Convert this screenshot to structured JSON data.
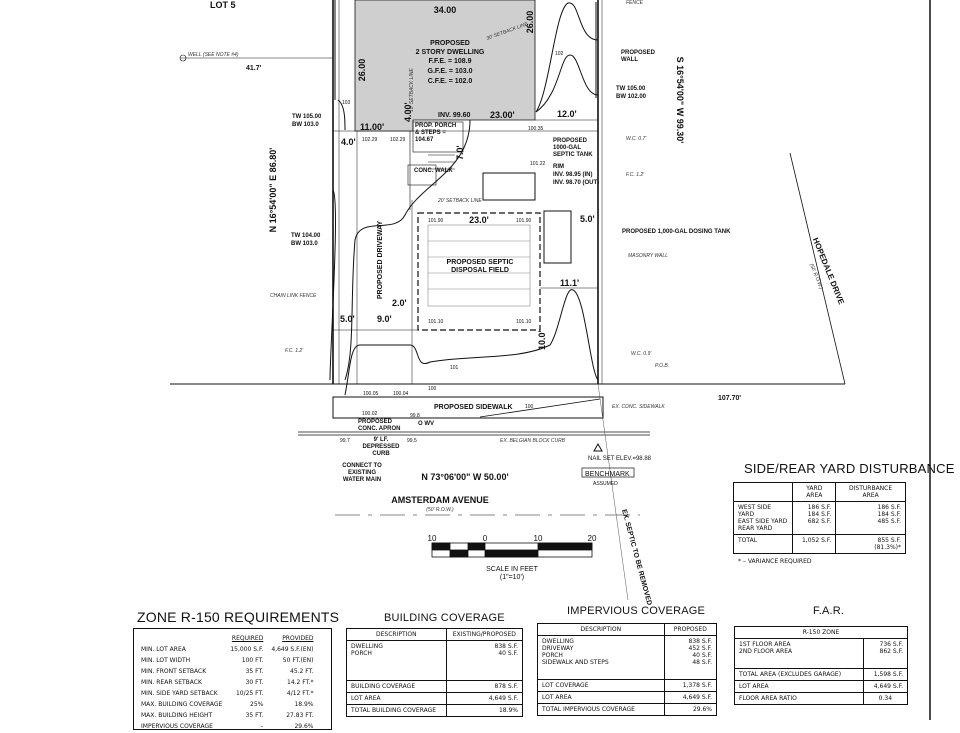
{
  "plan": {
    "lot_label": "LOT 5",
    "dwelling": {
      "title": "PROPOSED",
      "subtitle": "2 STORY DWELLING",
      "ffe": "F.F.E. = 108.9",
      "gfe": "G.F.E. = 103.0",
      "cfe": "C.F.E. = 102.0"
    },
    "dims": {
      "top": "34.00",
      "left": "26.00",
      "right": "26.00",
      "d23": "23.00'",
      "d11": "11.00'",
      "d4": "4.00'",
      "d12": "12.0'",
      "d4b": "4.0'",
      "field_w": "23.0'",
      "d5": "5.0'",
      "d11b": "11.1'",
      "d2": "2.0'",
      "d9": "9.0'",
      "d5b": "5.0'",
      "d10": "10.0'",
      "d7": "7.0'",
      "d417": "41.7'"
    },
    "labels": {
      "well": "WELL (SEE NOTE #4)",
      "inv": "INV. 99.60",
      "porch": "PROP. PORCH & STEPS = 104.67",
      "conc_walk": "CONC. WALK",
      "septic_tank": "PROPOSED 1000-GAL SEPTIC TANK",
      "septic_rim": "RIM",
      "septic_inv_in": "INV. 98.95 (IN)",
      "septic_inv_out": "INV. 98.70 (OUT)",
      "field": "PROPOSED SEPTIC DISPOSAL FIELD",
      "dosing_tank": "PROPOSED 1,000-GAL DOSING TANK",
      "driveway": "PROPOSED DRIVEWAY",
      "prop_wall": "PROPOSED WALL",
      "masonry_wall": "MASONRY WALL",
      "chain_fence": "CHAIN LINK FENCE",
      "fence": "FENCE",
      "tw1": "TW 105.00",
      "bw1": "BW 103.0",
      "tw2": "TW 104.00",
      "bw2": "BW 103.0",
      "tw3": "TW 105.00",
      "bw3": "BW 102.00",
      "setback_30": "30' SETBACK LINE",
      "setback_10": "10' SETBACK LINE",
      "setback_20": "20' SETBACK LINE",
      "wc1": "W.C. 0.7'",
      "fc1": "F.C. 1.2'",
      "fc2": "F.C. 1.2'",
      "wc2": "W.C. 0.9'",
      "pob": "P.O.B.",
      "sidewalk": "PROPOSED SIDEWALK",
      "ex_sidewalk": "EX. CONC. SIDEWALK",
      "apron": "PROPOSED CONC. APRON",
      "wv": "O WV",
      "curb": "9' LF. DEPRESSED CURB",
      "belgian": "EX. BELGIAN BLOCK CURB",
      "water": "CONNECT TO EXISTING WATER MAIN",
      "nail": "NAIL SET ELEV.=98.88",
      "benchmark": "BENCHMARK",
      "assumed": "ASSUMED",
      "ex_septic": "EX. SEPTIC TO BE REMOVED",
      "bearing_left": "N 16°54'00\" E 86.80'",
      "bearing_right": "S 16°54'00\" W 99.30'",
      "bearing_bottom": "N 73°06'00\" W 50.00'",
      "street": "AMSTERDAM AVENUE",
      "street_row": "(50' R.O.W.)",
      "hopedale": "HOPEDALE DRIVE",
      "hopedale_row": "(50' R.O.W.)",
      "dist": "107.70'",
      "spot": [
        "103",
        "102",
        "100.35",
        "102.29",
        "102.29",
        "101.22",
        "101.90",
        "101.90",
        "101.10",
        "101.10",
        "100.05",
        "100.04",
        "100.02",
        "99.8",
        "99.7",
        "99.5",
        "101",
        "100",
        "100"
      ]
    },
    "scale": {
      "ticks": [
        "10",
        "0",
        "10",
        "20"
      ],
      "title": "SCALE IN FEET",
      "ratio": "(1\"=10')"
    }
  },
  "zone_table": {
    "title": "ZONE R-150 REQUIREMENTS",
    "headers": [
      "REQUIRED",
      "PROVIDED"
    ],
    "rows": [
      [
        "MIN. LOT AREA",
        "15,000 S.F.",
        "4,649 S.F.(EN)"
      ],
      [
        "MIN. LOT WIDTH",
        "100 FT.",
        "50 FT.(EN)"
      ],
      [
        "MIN. FRONT SETBACK",
        "35 FT.",
        "45.2 FT."
      ],
      [
        "MIN. REAR SETBACK",
        "30 FT.",
        "14.2 FT.*"
      ],
      [
        "MIN. SIDE YARD SETBACK",
        "10/25 FT.",
        "4/12 FT.*"
      ],
      [
        "MAX. BUILDING COVERAGE",
        "25%",
        "18.9%"
      ],
      [
        "MAX. BUILDING HEIGHT",
        "35 FT.",
        "27.83 FT."
      ],
      [
        "IMPERVIOUS COVERAGE",
        "–",
        "29.6%"
      ]
    ]
  },
  "building_table": {
    "title": "BUILDING COVERAGE",
    "headers": [
      "DESCRIPTION",
      "EXISTING/PROPOSED"
    ],
    "items": [
      [
        "DWELLING",
        "838 S.F."
      ],
      [
        "PORCH",
        "40 S.F."
      ]
    ],
    "coverage": [
      "BUILDING COVERAGE",
      "878 S.F."
    ],
    "lot_area": [
      "LOT AREA",
      "4,649 S.F."
    ],
    "total": [
      "TOTAL BUILDING COVERAGE",
      "18.9%"
    ]
  },
  "impervious_table": {
    "title": "IMPERVIOUS COVERAGE",
    "headers": [
      "DESCRIPTION",
      "PROPOSED"
    ],
    "items": [
      [
        "DWELLING",
        "838 S.F."
      ],
      [
        "DRIVEWAY",
        "452 S.F."
      ],
      [
        "PORCH",
        "40 S.F."
      ],
      [
        "SIDEWALK AND STEPS",
        "48 S.F."
      ]
    ],
    "coverage": [
      "LOT COVERAGE",
      "1,378 S.F."
    ],
    "lot_area": [
      "LOT AREA",
      "4,649 S.F."
    ],
    "total": [
      "TOTAL IMPERVIOUS COVERAGE",
      "29.6%"
    ]
  },
  "far_table": {
    "title": "F.A.R.",
    "zone": "R-150 ZONE",
    "items": [
      [
        "1ST FLOOR AREA",
        "736 S.F."
      ],
      [
        "2ND FLOOR AREA",
        "862 S.F."
      ]
    ],
    "total": [
      "TOTAL AREA (EXCLUDES GARAGE)",
      "1,598 S.F."
    ],
    "lot_area": [
      "LOT AREA",
      "4,649 S.F."
    ],
    "ratio": [
      "FLOOR AREA RATIO",
      "0.34"
    ]
  },
  "yard_table": {
    "title": "SIDE/REAR YARD DISTURBANCE",
    "headers": [
      "YARD AREA",
      "DISTURBANCE AREA"
    ],
    "items": [
      [
        "WEST SIDE YARD",
        "186 S.F.",
        "186 S.F."
      ],
      [
        "EAST SIDE YARD",
        "184 S.F.",
        "184 S.F."
      ],
      [
        "REAR YARD",
        "682 S.F.",
        "485 S.F."
      ]
    ],
    "total": [
      "TOTAL",
      "1,052 S.F.",
      "855 S.F.",
      "(81.3%)*"
    ],
    "note": "* – VARIANCE REQUIRED"
  }
}
